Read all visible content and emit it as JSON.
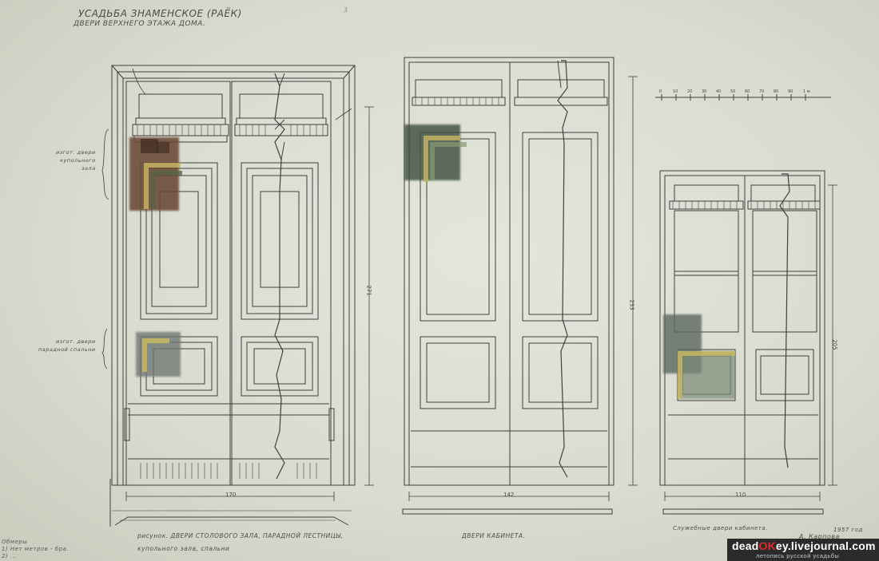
{
  "title": "УСАДЬБА ЗНАМЕНСКОЕ (РАЁК)",
  "subtitle": "ДВЕРИ ВЕРХНЕГО ЭТАЖА ДОМА.",
  "pencil_note": "3",
  "labels": {
    "left_top": [
      "изгот. двери",
      "купольного",
      "зала"
    ],
    "left_bottom": [
      "изгот. двери",
      "парадной спальни"
    ]
  },
  "dimensions": {
    "width_1": "170",
    "height_1": "271",
    "width_2": "142",
    "height_2": "233",
    "width_3": "110",
    "height_3": "205"
  },
  "scale": {
    "ticks": [
      "0",
      "10",
      "20",
      "30",
      "40",
      "50",
      "60",
      "70",
      "80",
      "90",
      "1 м."
    ]
  },
  "captions": {
    "door1_line1": "рисунок. ДВЕРИ СТОЛОВОГО ЗАЛА, ПАРАДНОЙ ЛЕСТНИЦЫ,",
    "door1_line2": "купольного зала, спальни",
    "door2": "ДВЕРИ КАБИНЕТА.",
    "door3": "Служебные двери кабинета.",
    "year": "1957 год",
    "author": "А. Карпова"
  },
  "corner_note": [
    "Обмеры",
    "1) Нет метров - бра.",
    "2) ..."
  ],
  "watermark": {
    "part1": "dead",
    "part2": "OK",
    "part3": "ey.livejournal.com",
    "tagline": "летопись русской усадьбы"
  },
  "colors": {
    "paper": "#d9dbcf",
    "ink": "#3f4040",
    "brown_wash": "#6a4a36",
    "green_wash": "#53644a",
    "grey_wash": "#6f7773",
    "gold": "#c9b860",
    "accent_red": "#e12b2b"
  }
}
